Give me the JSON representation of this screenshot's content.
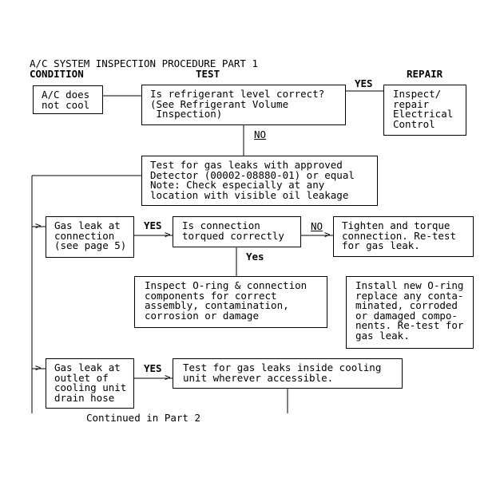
{
  "title": "A/C SYSTEM INSPECTION PROCEDURE PART 1",
  "headers": {
    "condition": "CONDITION",
    "test": "TEST",
    "repair": "REPAIR"
  },
  "boxes": {
    "ac_does_not_cool": "A/C does\nnot cool",
    "refrigerant_level": "Is refrigerant level correct?\n(See Refrigerant Volume\n Inspection)",
    "inspect_repair": "Inspect/\nrepair\nElectrical\nControl",
    "test_gas_leaks": "Test for gas leaks with approved\nDetector (00002-08880-01) or equal\nNote: Check especially at any\nlocation with visible oil leakage",
    "gas_leak_connection": "Gas leak at\nconnection\n(see page 5)",
    "connection_torqued": "Is connection\ntorqued correctly",
    "tighten_torque": "Tighten and torque\nconnection. Re-test\nfor gas leak.",
    "inspect_oring": "Inspect O-ring & connection\ncomponents for correct\nassembly, contamination,\ncorrosion or damage",
    "install_oring": "Install new O-ring\nreplace any conta-\nminated, corroded\nor damaged compo-\nnents. Re-test for\ngas leak.",
    "gas_leak_outlet": "Gas leak at\noutlet of\ncooling unit\ndrain hose",
    "test_inside_cooling": "Test for gas leaks inside cooling\nunit wherever accessible."
  },
  "labels": {
    "yes_1": "YES",
    "no_1": "NO",
    "yes_2": "YES",
    "no_2": "NO",
    "yes_3": "Yes",
    "yes_4": "YES"
  },
  "footer": "Continued in Part 2"
}
